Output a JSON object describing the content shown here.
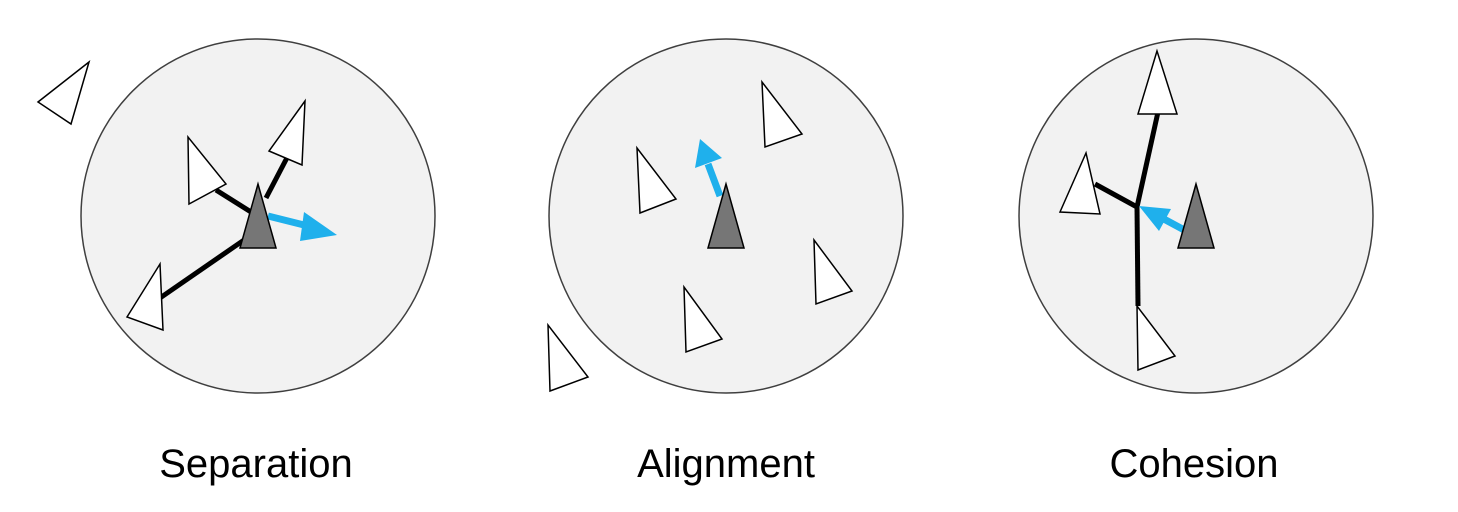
{
  "accent_color": "#1fb0ec",
  "focus_boid_color": "#767676",
  "neighbor_boid_color": "#ffffff",
  "neighborhood_color": "#f2f2f2",
  "panels": [
    {
      "id": "separation",
      "label": "Separation"
    },
    {
      "id": "alignment",
      "label": "Alignment"
    },
    {
      "id": "cohesion",
      "label": "Cohesion"
    }
  ]
}
